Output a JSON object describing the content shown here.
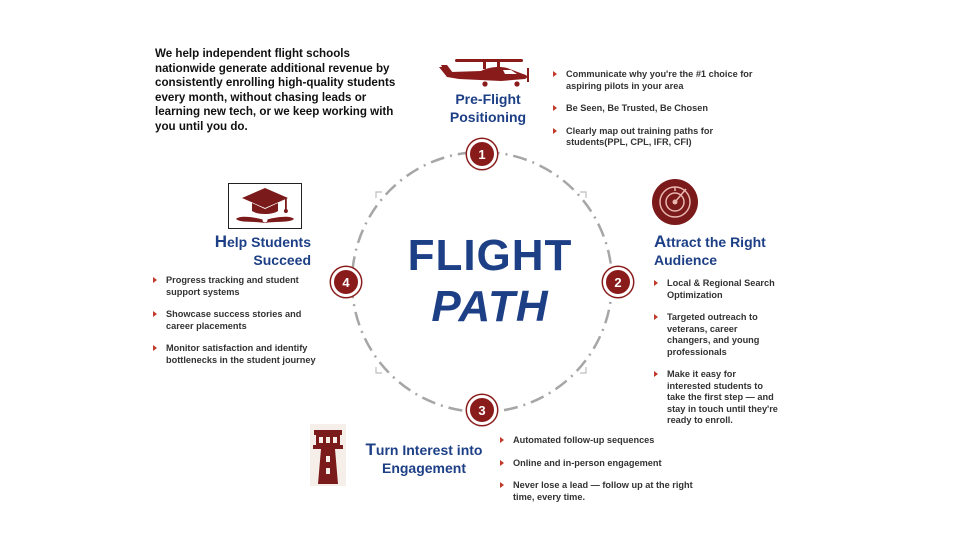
{
  "intro": "We help independent flight schools nationwide generate additional revenue by consistently enrolling high-quality students every month, without chasing leads or learning new tech, or we keep working with you until you do.",
  "center": {
    "line1": "FLIGHT",
    "line2": "PATH"
  },
  "colors": {
    "brand_blue": "#1d3f86",
    "accent_red": "#8a1b1b",
    "bullet_red": "#c0392b",
    "ring_gray": "#a6a6a6"
  },
  "steps": [
    {
      "number": "1",
      "title_line1": "Pre-Flight",
      "title_line2": "Positioning",
      "icon": "airplane-icon",
      "bullets": [
        "Communicate why you're the #1 choice for aspiring pilots in your area",
        "Be Seen, Be Trusted, Be Chosen",
        "Clearly map out training paths  for students(PPL, CPL, IFR, CFI)"
      ]
    },
    {
      "number": "2",
      "title_cap": "A",
      "title_rest": "ttract the Right",
      "title_line2": "Audience",
      "icon": "radar-icon",
      "bullets": [
        "Local & Regional Search Optimization",
        "Targeted outreach to veterans, career changers, and young professionals",
        "Make it easy for interested students to take the first step — and stay in touch until they're ready to enroll."
      ]
    },
    {
      "number": "3",
      "title_cap": "T",
      "title_rest": "urn Interest into",
      "title_line2": "Engagement",
      "icon": "control-tower-icon",
      "bullets": [
        "Automated follow-up sequences",
        "Online and in-person engagement",
        "Never lose a lead — follow up at the right time, every time."
      ]
    },
    {
      "number": "4",
      "title_cap": "H",
      "title_rest": "elp Students",
      "title_line2": "Succeed",
      "icon": "graduation-cap-icon",
      "bullets": [
        "Progress tracking and student support systems",
        "Showcase success stories and career placements",
        "Monitor satisfaction and identify bottlenecks in the student journey"
      ]
    }
  ]
}
